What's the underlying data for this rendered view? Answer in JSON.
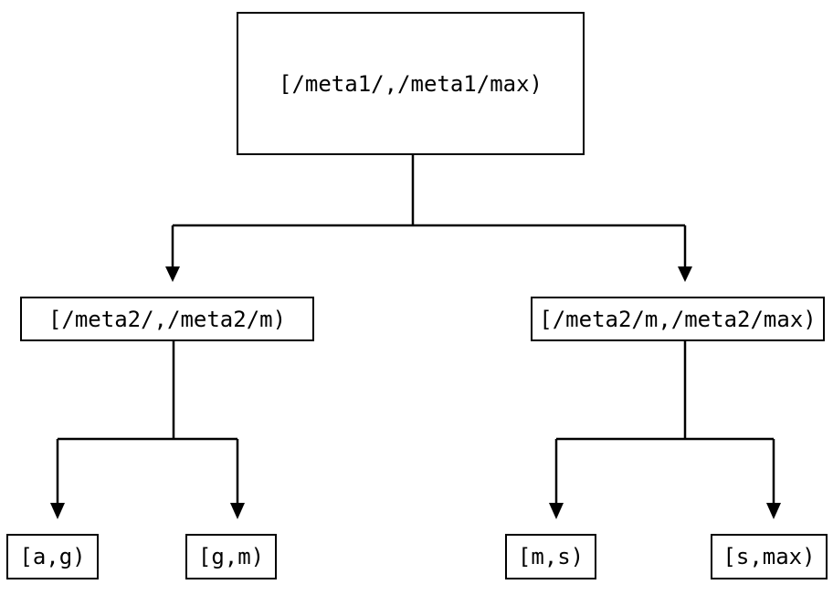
{
  "diagram": {
    "type": "tree",
    "colors": {
      "ink": "#000000",
      "background": "#ffffff"
    },
    "nodes": {
      "root": {
        "label": "[/meta1/,/meta1/max)"
      },
      "mid_left": {
        "label": "[/meta2/,/meta2/m)"
      },
      "mid_right": {
        "label": "[/meta2/m,/meta2/max)"
      },
      "leaf_ag": {
        "label": "[a,g)"
      },
      "leaf_gm": {
        "label": "[g,m)"
      },
      "leaf_ms": {
        "label": "[m,s)"
      },
      "leaf_smax": {
        "label": "[s,max)"
      }
    },
    "edges": [
      {
        "from": "root",
        "to": "mid_left"
      },
      {
        "from": "root",
        "to": "mid_right"
      },
      {
        "from": "mid_left",
        "to": "leaf_ag"
      },
      {
        "from": "mid_left",
        "to": "leaf_gm"
      },
      {
        "from": "mid_right",
        "to": "leaf_ms"
      },
      {
        "from": "mid_right",
        "to": "leaf_smax"
      }
    ]
  }
}
